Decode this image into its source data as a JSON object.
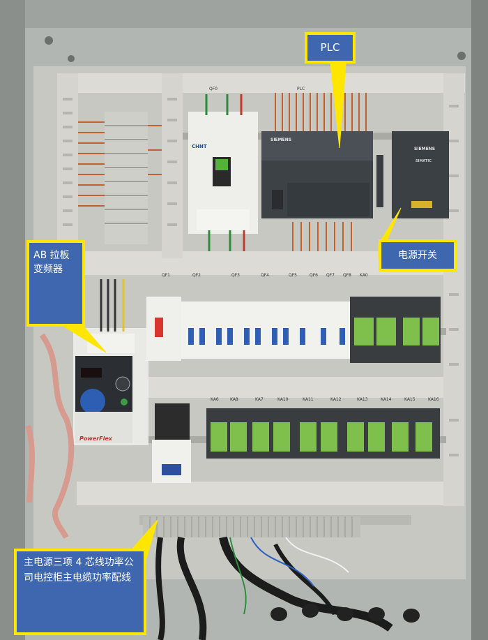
{
  "callouts": {
    "plc": "PLC",
    "vfd": "AB 拉板变频器",
    "psu": "电源开关",
    "cable": "主电源三项 4 芯线功率公司电控柜主电缆功率配线"
  },
  "labels": {
    "qf0": "QF0",
    "plc_tag": "PLC",
    "qf1": "QF1",
    "qf2": "QF2",
    "qf3": "QF3",
    "qf4": "QF4",
    "qf5": "QF5",
    "qf6": "QF6",
    "qf7": "QF7",
    "qf8": "QF8",
    "ka0": "KA0",
    "ka6": "KA6",
    "ka8": "KA8",
    "ka7": "KA7",
    "ka10": "KA10",
    "ka11": "KA11",
    "ka12": "KA12",
    "ka13": "KA13",
    "ka14": "KA14",
    "ka15": "KA15",
    "ka16": "KA16",
    "chint": "CHNT",
    "siemens": "SIEMENS",
    "simatic": "SIMATIC",
    "powerflex": "PowerFlex"
  },
  "colors": {
    "callout_fill": "#3f67b0",
    "callout_border": "#ffe600",
    "cabinet": "#a7aca8",
    "panel": "#d7d5cf",
    "duct": "#d9d8d2",
    "plc_body": "#3d4246",
    "wire": "#c0622f"
  }
}
